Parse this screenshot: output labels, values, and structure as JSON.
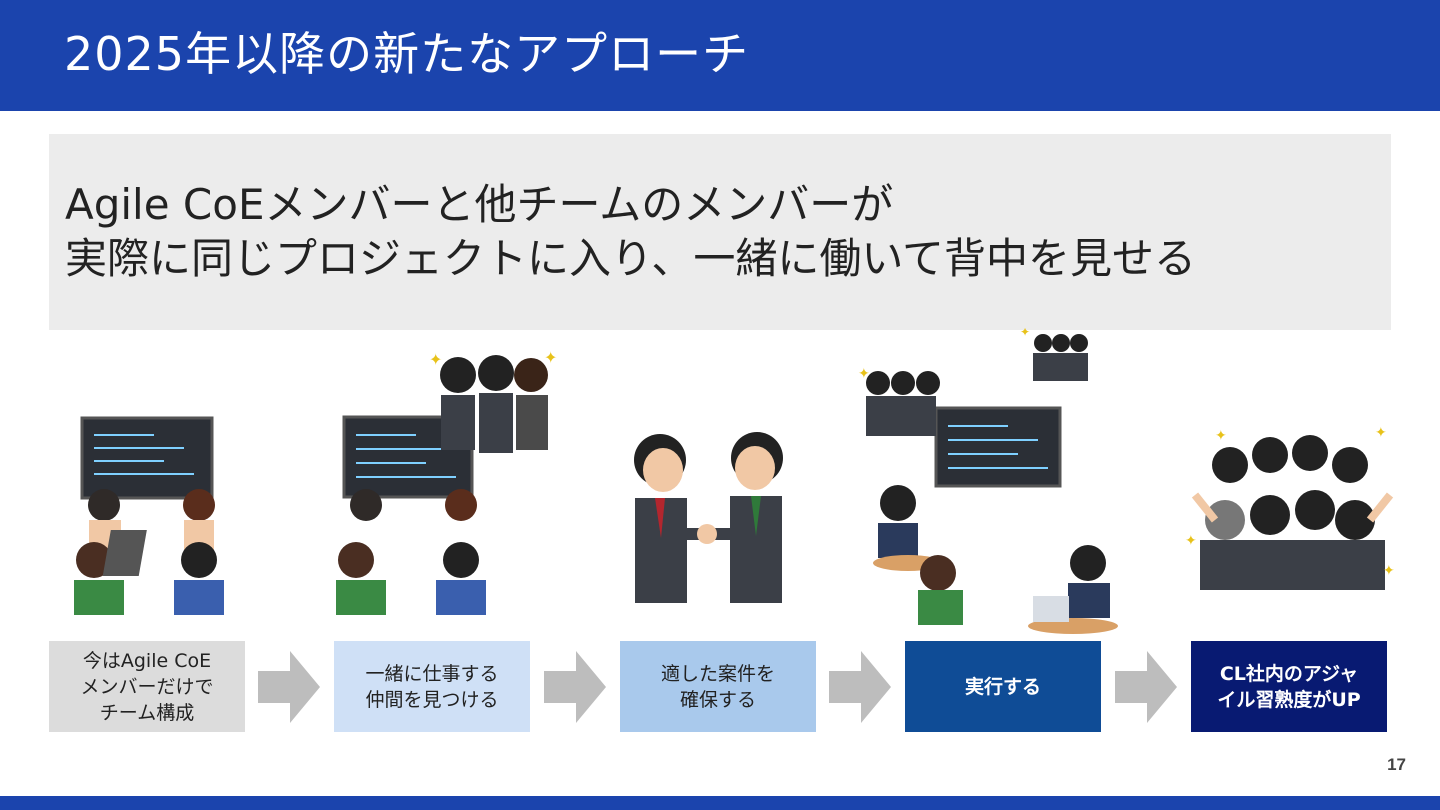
{
  "slide": {
    "title": "2025年以降の新たなアプローチ",
    "message_line1": "Agile CoEメンバーと他チームのメンバーが",
    "message_line2": "実際に同じプロジェクトに入り、一緒に働いて背中を見せる",
    "page_number": "17"
  },
  "steps": [
    {
      "label": "今はAgile CoE\nメンバーだけで\nチーム構成",
      "bg": "#dcdcdc",
      "color": "#222222"
    },
    {
      "label": "一緒に仕事する\n仲間を見つける",
      "bg": "#cfe0f6",
      "color": "#222222"
    },
    {
      "label": "適した案件を\n確保する",
      "bg": "#a9c9ec",
      "color": "#222222"
    },
    {
      "label": "実行する",
      "bg": "#0f4c96",
      "color": "#ffffff"
    },
    {
      "label": "CL社内のアジャ\nイル習熟度がUP",
      "bg": "#081a72",
      "color": "#ffffff"
    }
  ],
  "illustrations": [
    "team-at-monitor-illustration",
    "team-with-joining-members-illustration",
    "handshake-illustration",
    "expanded-team-working-illustration",
    "celebrating-group-illustration"
  ],
  "colors": {
    "header": "#1b44ad",
    "message_bg": "#ececec",
    "arrow": "#bdbdbd"
  }
}
